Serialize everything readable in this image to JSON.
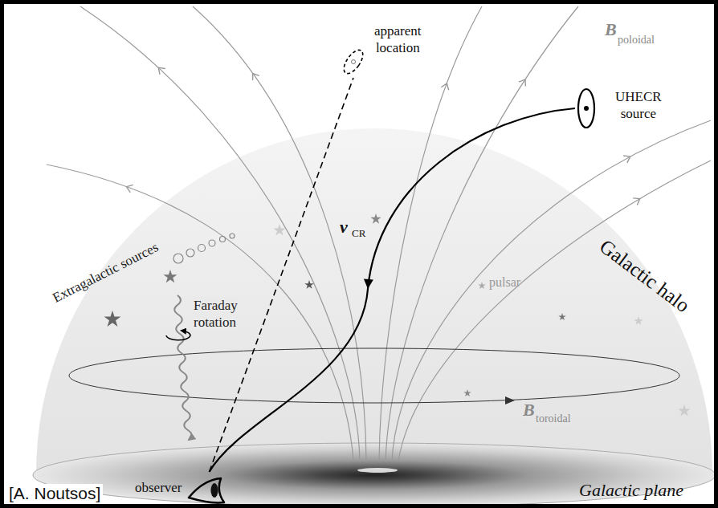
{
  "diagram": {
    "nodes": [
      {
        "text": [
          "apparent location"
        ]
      },
      {
        "text": [
          "UHECR source"
        ]
      },
      {
        "text": [
          "observer"
        ]
      }
    ],
    "edges": [
      {
        "from": 1,
        "to": 2,
        "arrow": "to"
      },
      {
        "from": 2,
        "to": 0,
        "arrow": "none"
      }
    ],
    "labels": [
      "B",
      "poloidal",
      "Extragalactic sources",
      "Faraday rotation",
      "v",
      "CR",
      "pulsar",
      "Galactic halo",
      "B",
      "toroidal",
      "[A. Noutsos]",
      "Galactic plane"
    ]
  }
}
